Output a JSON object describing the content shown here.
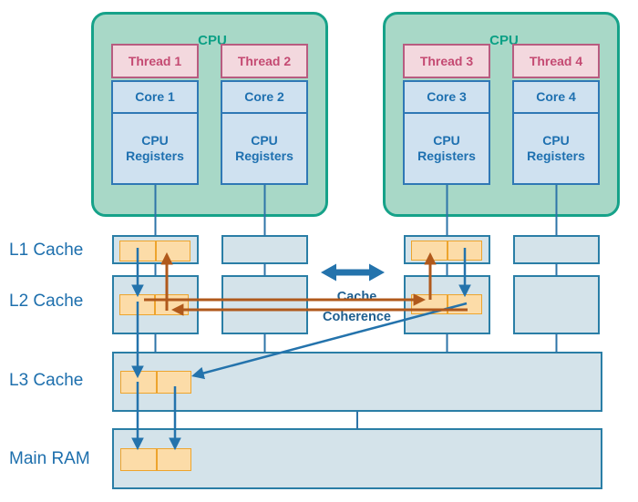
{
  "cpus": [
    {
      "label": "CPU",
      "cores": [
        {
          "thread": "Thread 1",
          "core": "Core 1",
          "registers": "CPU Registers"
        },
        {
          "thread": "Thread 2",
          "core": "Core 2",
          "registers": "CPU Registers"
        }
      ]
    },
    {
      "label": "CPU",
      "cores": [
        {
          "thread": "Thread 3",
          "core": "Core 3",
          "registers": "CPU Registers"
        },
        {
          "thread": "Thread 4",
          "core": "Core 4",
          "registers": "CPU Registers"
        }
      ]
    }
  ],
  "memory_levels": [
    "L1 Cache",
    "L2 Cache",
    "L3 Cache",
    "Main RAM"
  ],
  "coherence": {
    "line1": "Cache",
    "line2": "Coherence"
  },
  "colors": {
    "cpu_fill": "#a8d8c7",
    "cpu_border": "#16a289",
    "cpu_text": "#0ba085",
    "thread_fill": "#f3d8de",
    "thread_border": "#b85c80",
    "thread_text": "#c44a72",
    "core_fill": "#cfe1f0",
    "core_border": "#2f78b5",
    "core_text": "#1e70b0",
    "cache_fill": "#d4e3ea",
    "cache_border": "#2a7ea6",
    "cache_line_fill": "#fcdca8",
    "cache_line_border": "#eda42d",
    "blue_arrow": "#2473ac",
    "brown_arrow": "#b0591c",
    "label_text": "#1d6fad",
    "coherence_text": "#1e5f90"
  }
}
